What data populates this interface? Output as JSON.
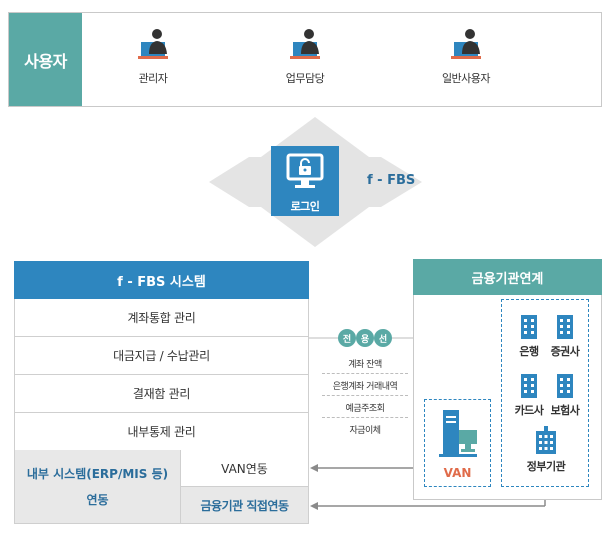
{
  "users": {
    "label": "사용자",
    "items": [
      {
        "label": "관리자",
        "icon": "admin-user-icon"
      },
      {
        "label": "업무담당",
        "icon": "staff-user-icon"
      },
      {
        "label": "일반사용자",
        "icon": "general-user-icon"
      }
    ]
  },
  "login": {
    "label": "로그인",
    "icon": "lock-monitor-icon",
    "system_tag": "f - FBS"
  },
  "system": {
    "title": "f - FBS 시스템",
    "modules": [
      "계좌통합 관리",
      "대금지급 / 수납관리",
      "결재함 관리",
      "내부통제 관리"
    ],
    "internal_link": {
      "line1": "내부 시스템(ERP/MIS 등)",
      "line2": "연동"
    },
    "van_link": "VAN연동",
    "direct_link": "금융기관 직접연동"
  },
  "dedicated_line": {
    "badge": [
      "전",
      "용",
      "선"
    ],
    "services": [
      "계좌 잔액",
      "은행계좌 거래내역",
      "예금주조회",
      "자금이체"
    ]
  },
  "financial": {
    "title": "금융기관연계",
    "van": "VAN",
    "institutions": [
      {
        "label": "은행",
        "icon": "bank-building-icon"
      },
      {
        "label": "증권사",
        "icon": "securities-building-icon"
      },
      {
        "label": "카드사",
        "icon": "card-company-building-icon"
      },
      {
        "label": "보험사",
        "icon": "insurance-building-icon"
      },
      {
        "label": "정부기관",
        "icon": "government-building-icon"
      }
    ]
  },
  "colors": {
    "teal": "#5aa9a5",
    "blue": "#2e86bf",
    "dark_blue": "#2b6d9b",
    "gray": "#e8e8e8",
    "van_orange": "#e06b4a"
  }
}
